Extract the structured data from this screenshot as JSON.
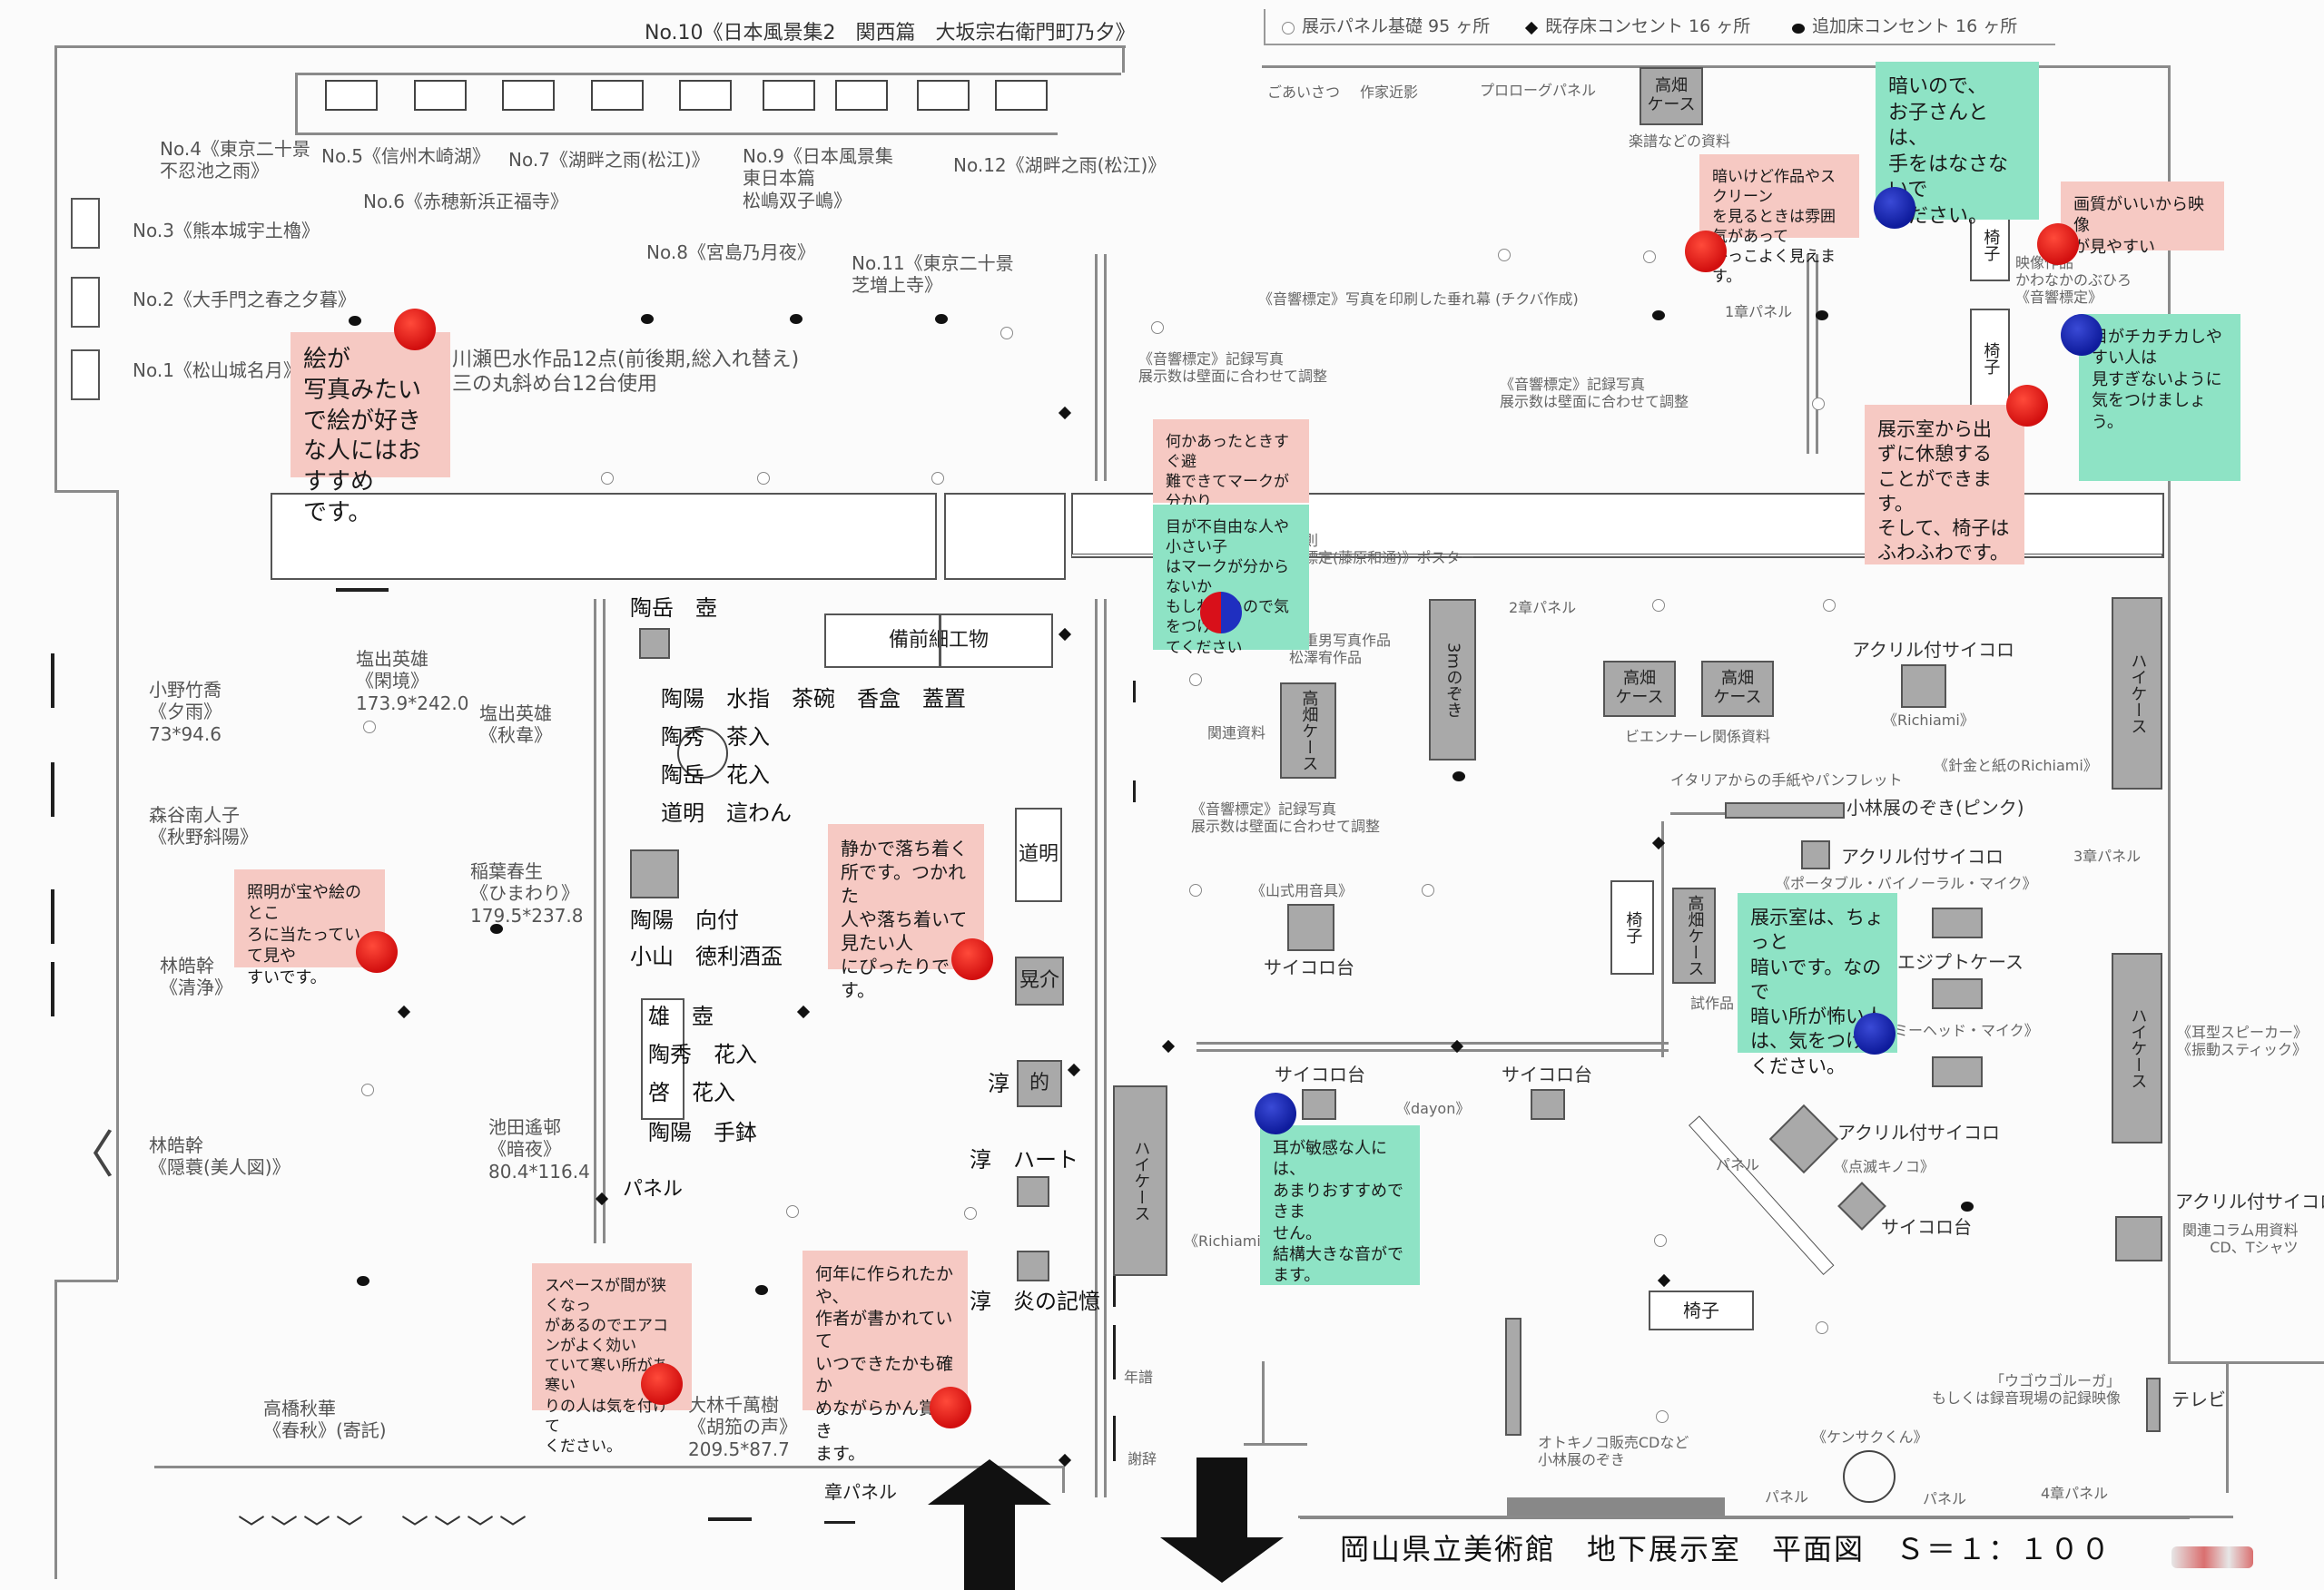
{
  "map": {
    "title": "岡山県立美術館　地下展示室　平面図　Ｓ＝１：１００"
  },
  "legend": {
    "panel": "展示パネル基礎 95 ヶ所",
    "floor": "既存床コンセント 16 ヶ所",
    "added": "追加床コンセント 16 ヶ所"
  },
  "top_labels": {
    "greet": "ごあいさつ",
    "works": "作家近影",
    "prologue": "プロローグパネル",
    "gakufu": "楽譜などの資料",
    "ch1": "1章パネル",
    "ch2": "2章パネル",
    "ch3": "3章パネル",
    "ch4": "4章パネル",
    "shou": "章パネル",
    "panel": "パネル",
    "nenpu": "年譜",
    "shaji": "謝辞"
  },
  "works_top": {
    "n10": "No.10《日本風景集2　関西篇　大坂宗右衛門町乃夕》",
    "n4": "No.4《東京二十景\n不忍池之雨》",
    "n5": "No.5《信州木崎湖》",
    "n6": "No.6《赤穂新浜正福寺》",
    "n7": "No.7《湖畔之雨(松江)》",
    "n9": "No.9《日本風景集\n東日本篇\n松嶋双子嶋》",
    "n12": "No.12《湖畔之雨(松江)》",
    "n3": "No.3《熊本城宇土櫓》",
    "n8": "No.8《宮島乃月夜》",
    "n11": "No.11《東京二十景\n芝増上寺》",
    "n2": "No.2《大手門之春之夕暮》",
    "n1": "No.1《松山城名月》",
    "kawase": "川瀬巴水作品12点(前後期,総入れ替え)\n三の丸斜め台12台使用"
  },
  "left_works": {
    "ono": "小野竹喬\n《夕雨》\n73*94.6",
    "shiode1": "塩出英雄\n《閑境》\n173.9*242.0",
    "shiode2": "塩出英雄\n《秋韋》",
    "moritani": "森谷南人子\n《秋野斜陽》",
    "inaba": "稲葉春生\n《ひまわり》\n179.5*237.8",
    "hayashi1": "林皓幹\n《清浄》",
    "ikeda": "池田遙邨\n《暗夜》\n80.4*116.4",
    "hayashi2": "林皓幹\n《隠蓑(美人図)》",
    "takahashi": "高橋秋華\n《春秋》(寄託)",
    "obayashi": "大林千萬樹\n《胡笳の声》\n209.5*87.7"
  },
  "center_works": {
    "bizen": "備前細工物",
    "t1": "陶岳　壺",
    "t2": "陶陽　水指　茶碗　香盒　蓋置",
    "t3": "陶秀　茶入",
    "t4": "陶岳　花入",
    "t5": "道明　這わん",
    "t6": "陶陽　向付",
    "t7": "小山　徳利酒盃",
    "t8": "雄　壺",
    "t9": "陶秀　花入",
    "t10": "啓　花入",
    "t11": "陶陽　手鉢",
    "domyo": "道明",
    "koukai": "晃介",
    "jun1": "淳",
    "mato": "的",
    "jun2": "淳　ハート",
    "jun3": "淳　炎の記憶"
  },
  "right_labels": {
    "onkyo1": "《音響標定》写真を印刷した垂れ幕 (チクバ作成)",
    "onkyo2": "《音響標定》記録写真\n展示数は壁面に合わせて調整",
    "onkyo3": "《音響標定》記録写真\n展示数は壁面に合わせて調整",
    "yokoo": "横尾忠則\n《音響標定(藤原和通)》ポスター",
    "yoshishige": "吉重男写真作品\n松澤宥作品",
    "kanren": "関連資料",
    "onkyo4": "《音響標定》記録写真\n展示数は壁面に合わせて調整",
    "yamashiki": "《山式用音具》",
    "saikoro1": "サイコロ台",
    "saikoro2": "サイコロ台",
    "saikoro3": "サイコロ台",
    "dayon": "《dayon》",
    "richiami2": "《Richiami》",
    "acryl1": "アクリル付サイコロ",
    "richiami1": "《Richiami》",
    "biennale": "ビエンナーレ関係資料",
    "harigane": "《針金と紙のRichiami》",
    "italy": "イタリアからの手紙やパンフレット",
    "kobayashi_pink": "小林展のぞき(ピンク)",
    "acryl2": "アクリル付サイコロ",
    "binaural": "《ポータブル・バイノーラル・マイク》",
    "egypt": "エジプトケース",
    "shisaku": "試作品",
    "dummy": "《ダミーヘッド・マイク》",
    "acryl3": "アクリル付サイコロ",
    "kinoko": "《点滅キノコ》",
    "saikoro4": "サイコロ台",
    "mimi": "《耳型スピーカー》\n《振動スティック》",
    "acryl4": "アクリル付サイコロ",
    "column": "関連コラム用資料\nCD、Tシャツ",
    "ugo": "「ウゴウゴルーガ」\nもしくは録音現場の記録映像",
    "tv": "テレビ",
    "otokinoko": "オトキノコ販売CDなど\n小林展のぞき",
    "kensaku": "《ケンサクくん》",
    "eizou": "映像作品\nかわなかのぶひろ\n《音響標定》"
  },
  "furniture": {
    "takahata": "高畑\nケース",
    "isu": "椅子",
    "highcase": "ハイケース",
    "takahata_v": "高畑ケース",
    "threem": "3mのぞき"
  },
  "notes": {
    "n1": "絵が\n写真みたい\nで絵が好き\nな人にはおすすめ\nです。",
    "n2": "照明が宝や絵のとこ\nろに当たっていて見や\nすいです。",
    "n3": "静かで落ち着く\n所です。つかれた\n人や落ち着いて見たい人\nにぴったりです。",
    "n4": "スペースが間が狭くなっ\nがあるのでエアコンがよく効い\nていて寒い所があ寒い\nりの人は気を付けて\nください。",
    "n5": "何年に作られたかや、\n作者が書かれていて\nいつできたかも確か\nめながらかん賞でき\nます。",
    "n6": "何かあったときすぐ避\n難できてマークが分かり\nやすい所にあります",
    "n7": "目が不自由な人や小さい子\nはマークが分からないか\nもしれないので気をつけ\nてください",
    "n8": "暗いけど作品やスクリーン\nを見るときは雰囲気があって\nかっこよく見えます。",
    "n9": "暗いので、\nお子さんとは、\n手をはなさないで\nください。",
    "n10": "画質がいいから映像\nが見やすい",
    "n11": "目がチカチカしやすい人は\n見すぎないように\n気をつけましょう。",
    "n12": "展示室から出\nずに休憩する\nことができます。\nそして、椅子は\nふわふわです。",
    "n13": "展示室は、ちょっと\n暗いです。なので\n暗い所が怖い人\nは、気をつけて\nください。",
    "n14": "耳が敏感な人には、\nあまりおすすめできま\nせん。\n結構大きな音がでます。"
  },
  "colors": {
    "pink_note": "#f6c9c3",
    "green_note": "#8ee3c5",
    "red_pin": "#d20f0f",
    "blue_pin": "#0e1b9c"
  }
}
